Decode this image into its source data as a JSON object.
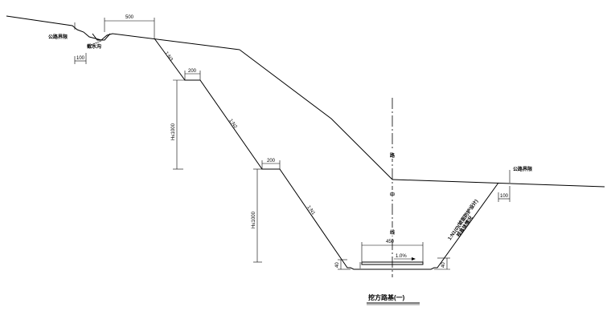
{
  "drawing": {
    "title": "挖方路基(一)",
    "centerline_chars": [
      "路",
      "中",
      "线"
    ],
    "labels": {
      "boundary_left": "公路界限",
      "boundary_right": "公路界限",
      "ditch": "截水沟",
      "protection_right": "1:N1(0)(坡面防护设计)",
      "protection_right2": "视具体情况",
      "slope1": "1:N3",
      "slope2": "1:N2",
      "slope3": "1:N1",
      "crossfall": "1.0%"
    },
    "dimensions": {
      "top_width": "500",
      "ditch_width": "100",
      "bench1": "200",
      "bench2": "200",
      "height1": "H≤1000",
      "height2": "H≤1000",
      "roadbed_width": "450",
      "right_offset": "100",
      "ditch_depth_left": "40",
      "ditch_depth_right": "40"
    }
  }
}
